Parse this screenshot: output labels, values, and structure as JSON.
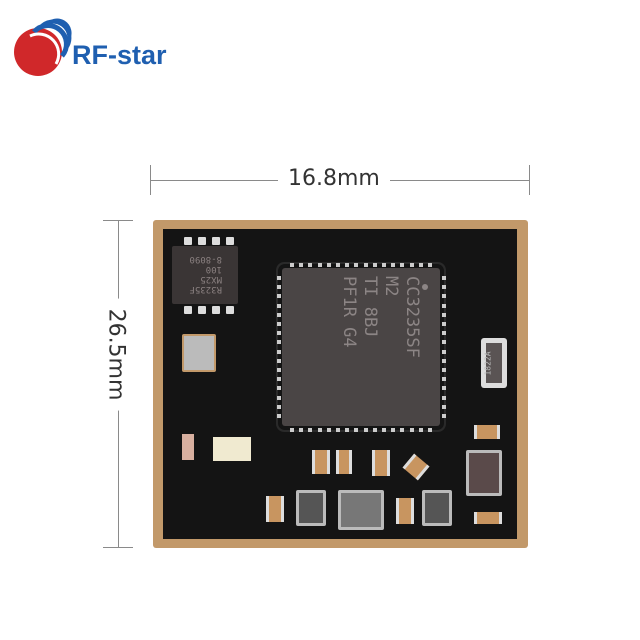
{
  "brand": {
    "name": "RF-star",
    "colors": {
      "blue": "#1f5fb0",
      "red": "#d0282a"
    }
  },
  "dimensions": {
    "width": "16.8mm",
    "height": "26.5mm"
  },
  "module": {
    "chip_marking": [
      "CC3235SF",
      "M2",
      "TI 8BJ",
      "PF1R G4"
    ],
    "flash_marking": [
      "R3235F",
      "MX25",
      "100",
      "8-8090"
    ],
    "crystal_marking": "1822A",
    "colors": {
      "pcb": "#141414",
      "edge": "#c2996a",
      "chip": "#4a4545"
    }
  }
}
